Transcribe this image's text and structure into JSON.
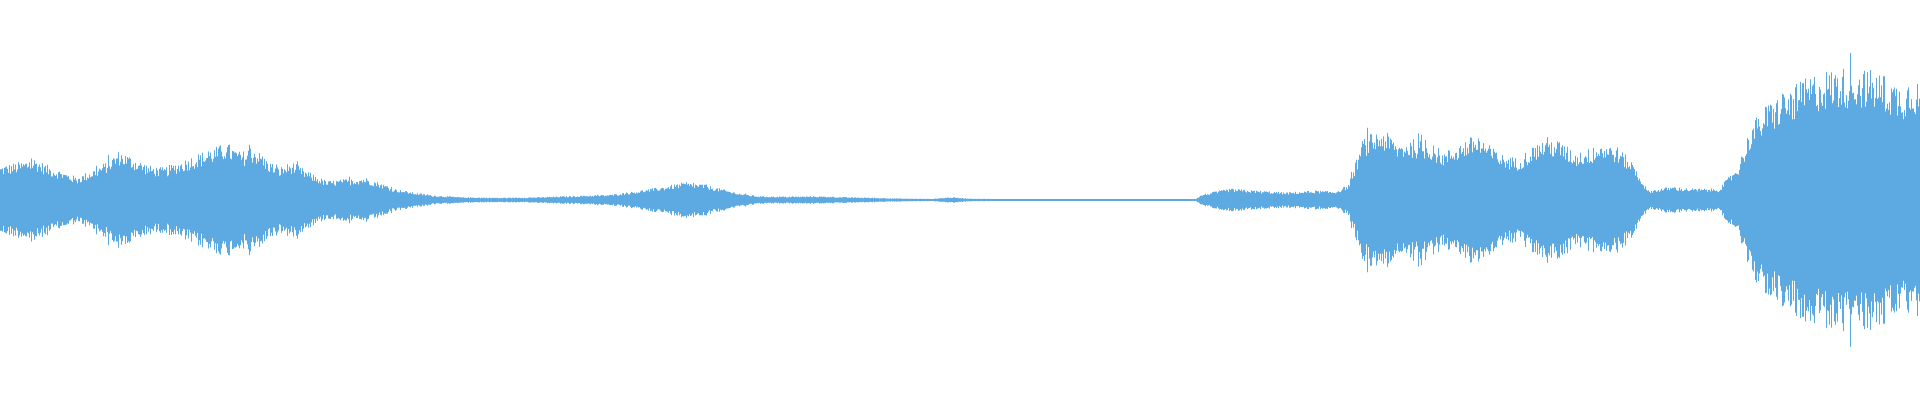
{
  "waveform": {
    "color": "#5DA9E2",
    "background": "#FFFFFF",
    "envelope_points": [
      [
        0.0,
        0.18
      ],
      [
        0.01,
        0.2
      ],
      [
        0.018,
        0.22
      ],
      [
        0.025,
        0.18
      ],
      [
        0.03,
        0.16
      ],
      [
        0.04,
        0.12
      ],
      [
        0.048,
        0.16
      ],
      [
        0.055,
        0.2
      ],
      [
        0.062,
        0.26
      ],
      [
        0.07,
        0.22
      ],
      [
        0.078,
        0.18
      ],
      [
        0.085,
        0.17
      ],
      [
        0.095,
        0.21
      ],
      [
        0.102,
        0.24
      ],
      [
        0.11,
        0.27
      ],
      [
        0.118,
        0.3
      ],
      [
        0.125,
        0.25
      ],
      [
        0.132,
        0.28
      ],
      [
        0.138,
        0.22
      ],
      [
        0.145,
        0.17
      ],
      [
        0.152,
        0.2
      ],
      [
        0.16,
        0.15
      ],
      [
        0.17,
        0.1
      ],
      [
        0.18,
        0.11
      ],
      [
        0.19,
        0.12
      ],
      [
        0.198,
        0.09
      ],
      [
        0.205,
        0.06
      ],
      [
        0.215,
        0.04
      ],
      [
        0.225,
        0.025
      ],
      [
        0.24,
        0.015
      ],
      [
        0.26,
        0.012
      ],
      [
        0.28,
        0.015
      ],
      [
        0.3,
        0.022
      ],
      [
        0.318,
        0.028
      ],
      [
        0.33,
        0.045
      ],
      [
        0.345,
        0.07
      ],
      [
        0.355,
        0.09
      ],
      [
        0.365,
        0.085
      ],
      [
        0.375,
        0.06
      ],
      [
        0.385,
        0.035
      ],
      [
        0.395,
        0.02
      ],
      [
        0.41,
        0.018
      ],
      [
        0.425,
        0.02
      ],
      [
        0.44,
        0.015
      ],
      [
        0.455,
        0.012
      ],
      [
        0.47,
        0.008
      ],
      [
        0.485,
        0.006
      ],
      [
        0.495,
        0.015
      ],
      [
        0.505,
        0.008
      ],
      [
        0.52,
        0.005
      ],
      [
        0.56,
        0.004
      ],
      [
        0.6,
        0.003
      ],
      [
        0.622,
        0.003
      ],
      [
        0.626,
        0.03
      ],
      [
        0.64,
        0.06
      ],
      [
        0.655,
        0.05
      ],
      [
        0.67,
        0.04
      ],
      [
        0.685,
        0.05
      ],
      [
        0.695,
        0.045
      ],
      [
        0.702,
        0.08
      ],
      [
        0.71,
        0.33
      ],
      [
        0.72,
        0.37
      ],
      [
        0.728,
        0.3
      ],
      [
        0.735,
        0.32
      ],
      [
        0.745,
        0.3
      ],
      [
        0.752,
        0.25
      ],
      [
        0.76,
        0.3
      ],
      [
        0.768,
        0.34
      ],
      [
        0.775,
        0.29
      ],
      [
        0.782,
        0.24
      ],
      [
        0.79,
        0.22
      ],
      [
        0.798,
        0.28
      ],
      [
        0.805,
        0.33
      ],
      [
        0.812,
        0.31
      ],
      [
        0.82,
        0.25
      ],
      [
        0.828,
        0.27
      ],
      [
        0.835,
        0.3
      ],
      [
        0.842,
        0.28
      ],
      [
        0.85,
        0.2
      ],
      [
        0.858,
        0.05
      ],
      [
        0.87,
        0.07
      ],
      [
        0.882,
        0.06
      ],
      [
        0.895,
        0.06
      ],
      [
        0.905,
        0.18
      ],
      [
        0.912,
        0.4
      ],
      [
        0.92,
        0.5
      ],
      [
        0.928,
        0.56
      ],
      [
        0.935,
        0.6
      ],
      [
        0.942,
        0.65
      ],
      [
        0.95,
        0.68
      ],
      [
        0.958,
        0.69
      ],
      [
        0.966,
        0.7
      ],
      [
        0.974,
        0.68
      ],
      [
        0.982,
        0.65
      ],
      [
        0.99,
        0.6
      ],
      [
        0.996,
        0.66
      ],
      [
        1.0,
        0.6
      ]
    ]
  }
}
